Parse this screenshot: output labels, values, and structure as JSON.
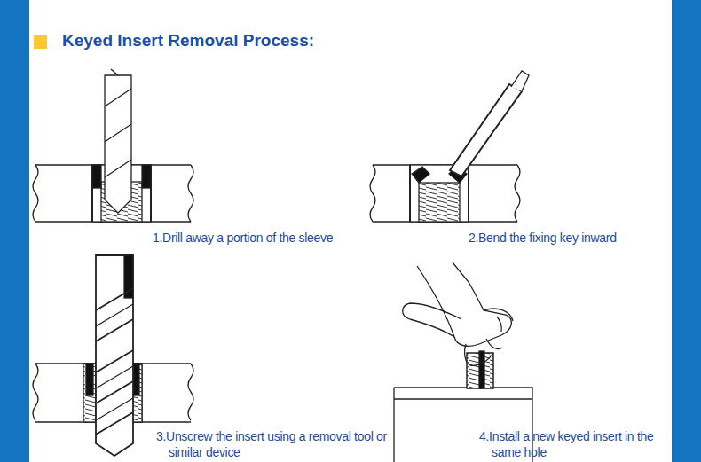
{
  "diagram": {
    "title": "Keyed Insert Removal Process:",
    "labels": [
      "1.Drill away a portion of the sleeve",
      "2.Bend the fixing key inward",
      "3.Unscrew the insert using a removal tool or similar device",
      "4.Install a new keyed insert in the same hole"
    ]
  }
}
